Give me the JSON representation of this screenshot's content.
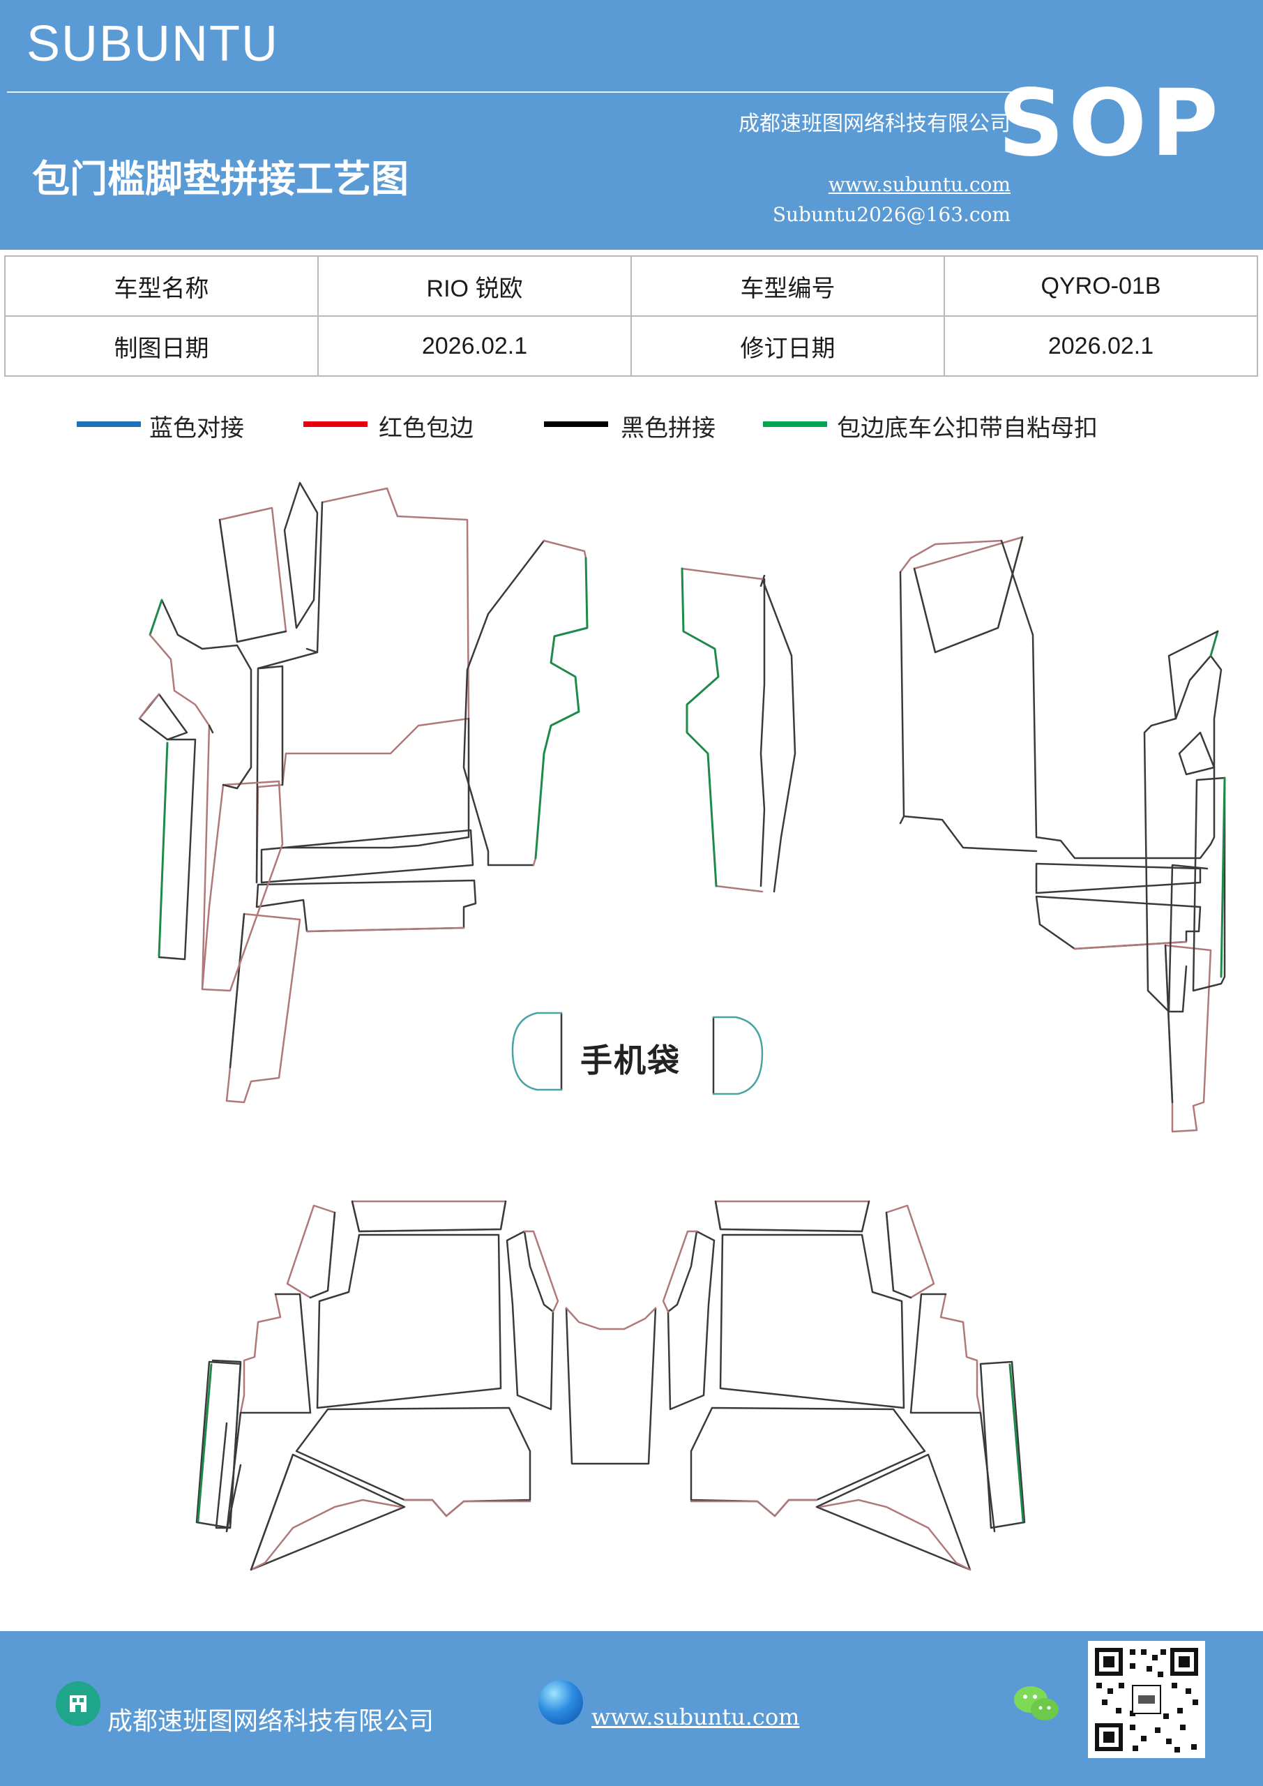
{
  "header": {
    "brand": "SUBUNTU",
    "company": "成都速班图网络科技有限公司",
    "title": "包门槛脚垫拼接工艺图",
    "website": "www.subuntu.com",
    "email": "Subuntu2026@163.com",
    "sop": "SOP"
  },
  "info_table": {
    "rows": [
      {
        "label1": "车型名称",
        "value1": "RIO 锐欧",
        "label2": "车型编号",
        "value2": "QYRO-01B"
      },
      {
        "label1": "制图日期",
        "value1": "2026.02.1",
        "label2": "修订日期",
        "value2": "2026.02.1"
      }
    ]
  },
  "legend": [
    {
      "label": "蓝色对接",
      "color": "#1f6fbf"
    },
    {
      "label": "红色包边",
      "color": "#e60012"
    },
    {
      "label": "黑色拼接",
      "color": "#000000"
    },
    {
      "label": "包边底车公扣带自粘母扣",
      "color": "#00a650"
    }
  ],
  "diagram": {
    "phone_pocket_label": "手机袋",
    "colors": {
      "outline": "#3a3a3a",
      "edge": "#b07878",
      "green": "#1e8a4a",
      "teal": "#4aa3a3"
    }
  },
  "footer": {
    "company": "成都速班图网络科技有限公司",
    "website": "www.subuntu.com",
    "icons": [
      "building-icon",
      "globe-icon",
      "wechat-icon",
      "qr-code"
    ]
  }
}
